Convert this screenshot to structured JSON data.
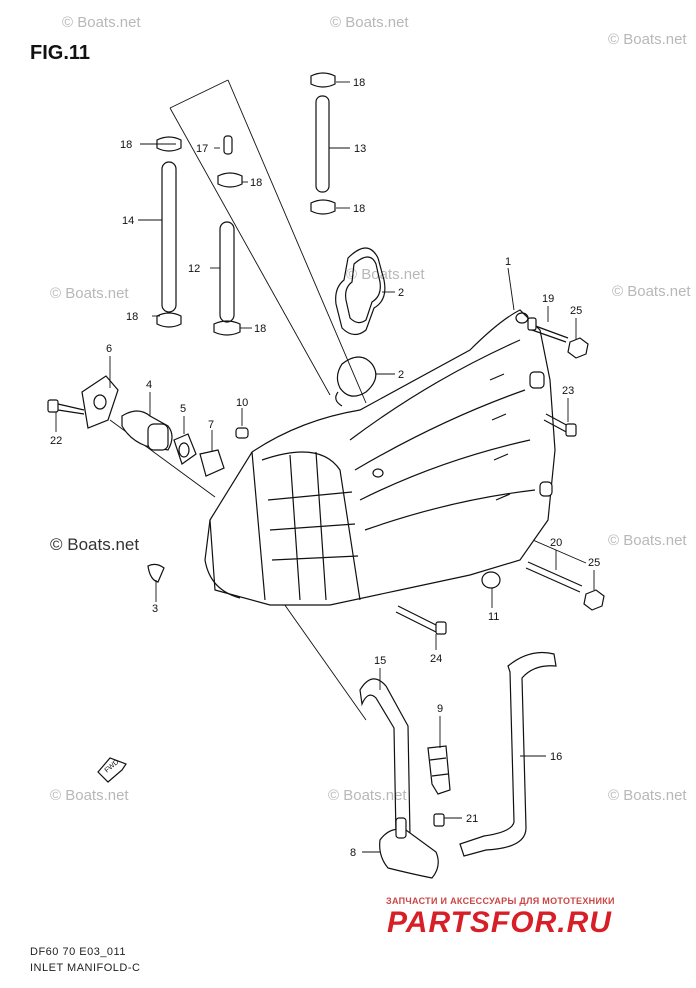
{
  "figure": {
    "title": "FIG.11"
  },
  "footer": {
    "line1": "DF60 70 E03_011",
    "line2": "INLET MANIFOLD-C"
  },
  "watermark": {
    "text": "© Boats.net"
  },
  "shop_banner": {
    "tagline": "ЗАПЧАСТИ И АКСЕССУАРЫ ДЛЯ МОТОТЕХНИКИ",
    "logo": "PARTSFOR.RU",
    "color": "#d61f26"
  },
  "arrow_label": "FWD",
  "callouts": {
    "c1": "1",
    "c2a": "2",
    "c2b": "2",
    "c3": "3",
    "c4": "4",
    "c5": "5",
    "c6": "6",
    "c7": "7",
    "c8": "8",
    "c9": "9",
    "c10": "10",
    "c11": "11",
    "c12": "12",
    "c13": "13",
    "c14": "14",
    "c15": "15",
    "c16": "16",
    "c17": "17",
    "c18a": "18",
    "c18b": "18",
    "c18c": "18",
    "c18d": "18",
    "c18e": "18",
    "c18f": "18",
    "c19": "19",
    "c20": "20",
    "c21": "21",
    "c22": "22",
    "c23": "23",
    "c24": "24",
    "c25a": "25",
    "c25b": "25"
  }
}
